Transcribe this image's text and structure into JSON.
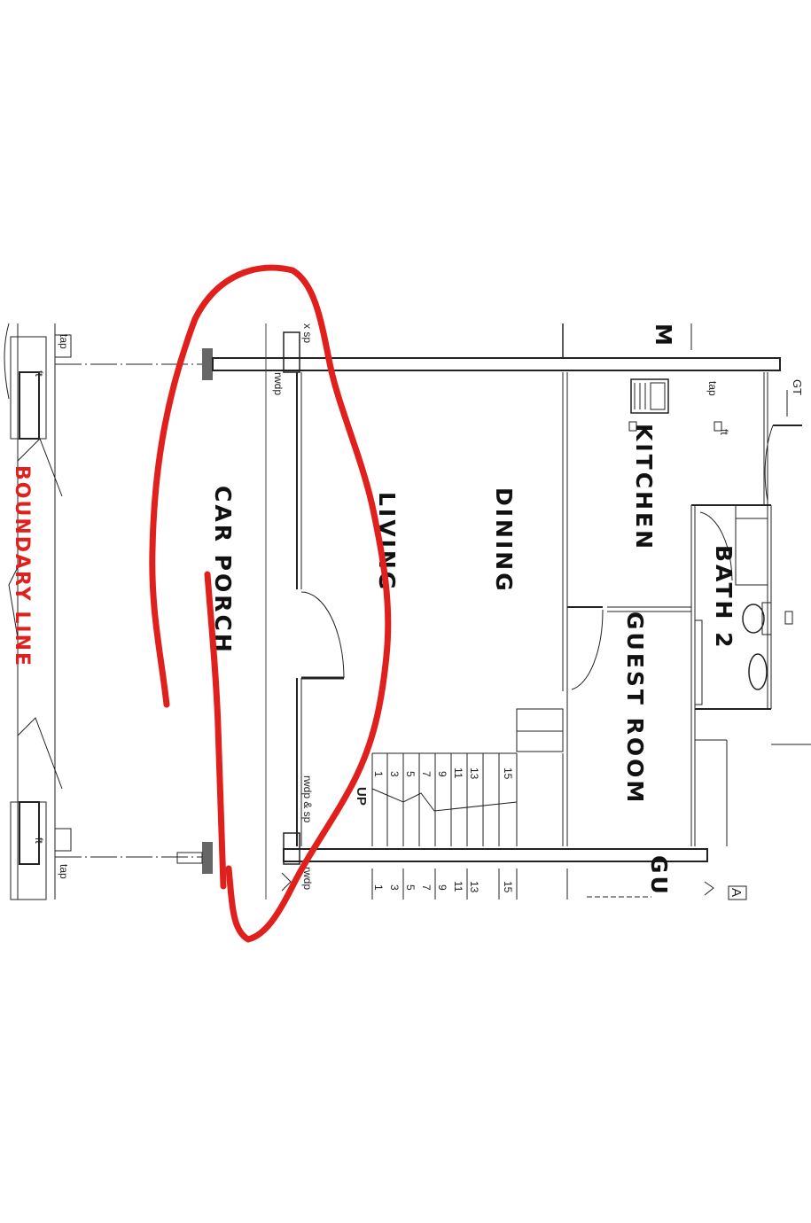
{
  "rooms": {
    "car_porch": "CAR PORCH",
    "living": "LIVING",
    "dining": "DINING",
    "kitchen": "KITCHEN",
    "bath": "BATH 2",
    "guest_room": "GUEST ROOM",
    "guest_partial": "GU",
    "top_partial": "M"
  },
  "boundary_label": "BOUNDARY LINE",
  "fixtures": {
    "tap": "tap",
    "ft": "ft",
    "gt": "GT",
    "rwdp": "rwdp",
    "rwdp_sp": "rwdp & sp",
    "x_sp": "x sp",
    "up": "UP",
    "a_partial": "A"
  },
  "stair_numbers": [
    "1",
    "3",
    "5",
    "7",
    "9",
    "11",
    "13",
    "15"
  ],
  "colors": {
    "markup": "#e0201c",
    "boundary": "#e0201c",
    "lines": "#222222"
  }
}
